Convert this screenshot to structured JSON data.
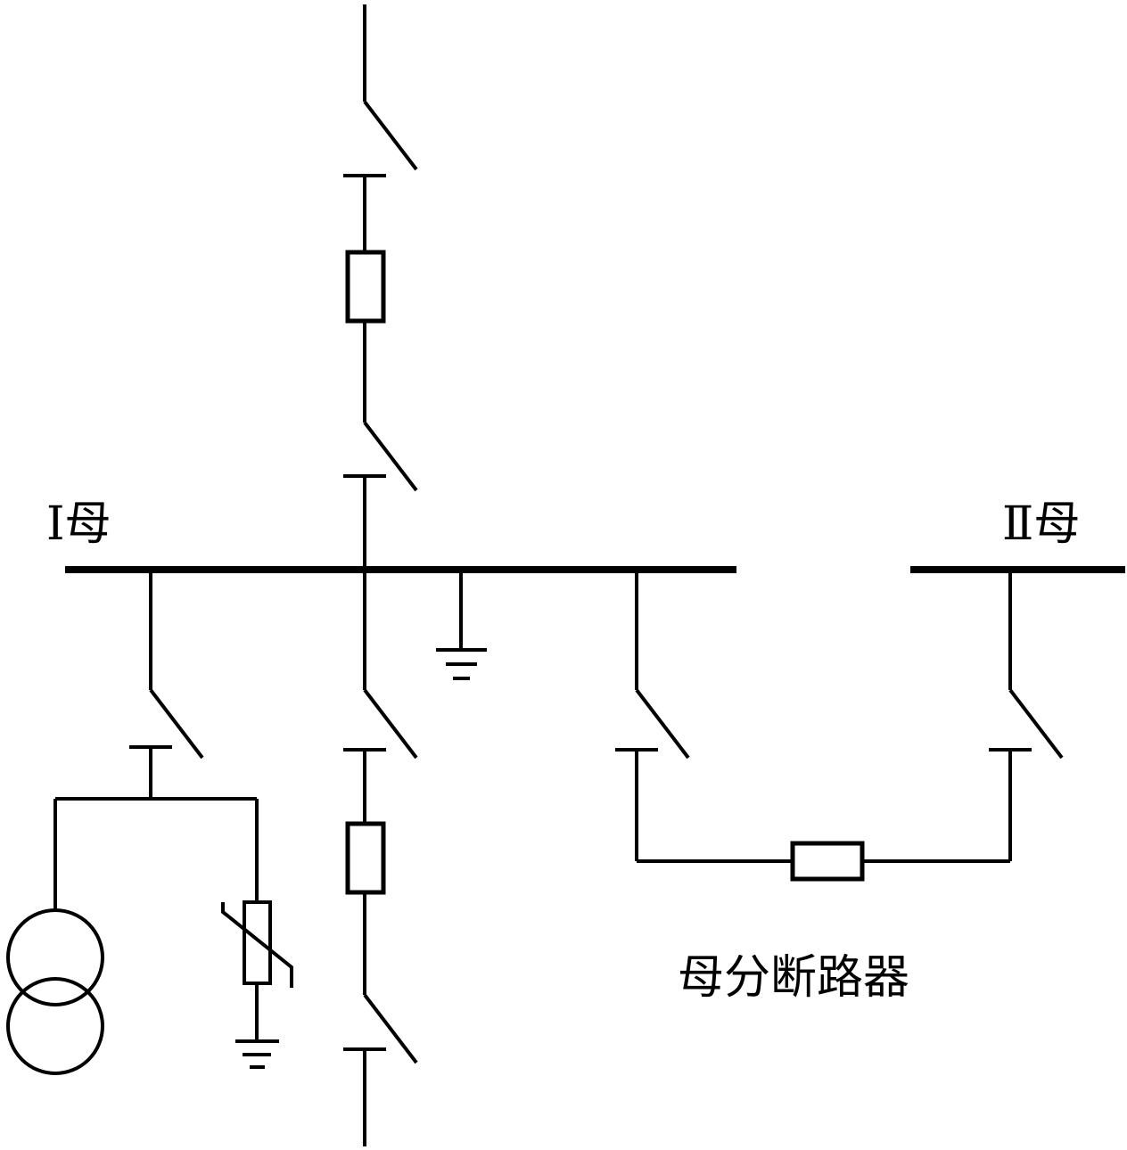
{
  "labels": {
    "bus_1": "Ⅰ母",
    "bus_2": "Ⅱ母",
    "bus_tie_breaker": "母分断路器"
  },
  "colors": {
    "line": "#000000",
    "background": "#ffffff"
  }
}
